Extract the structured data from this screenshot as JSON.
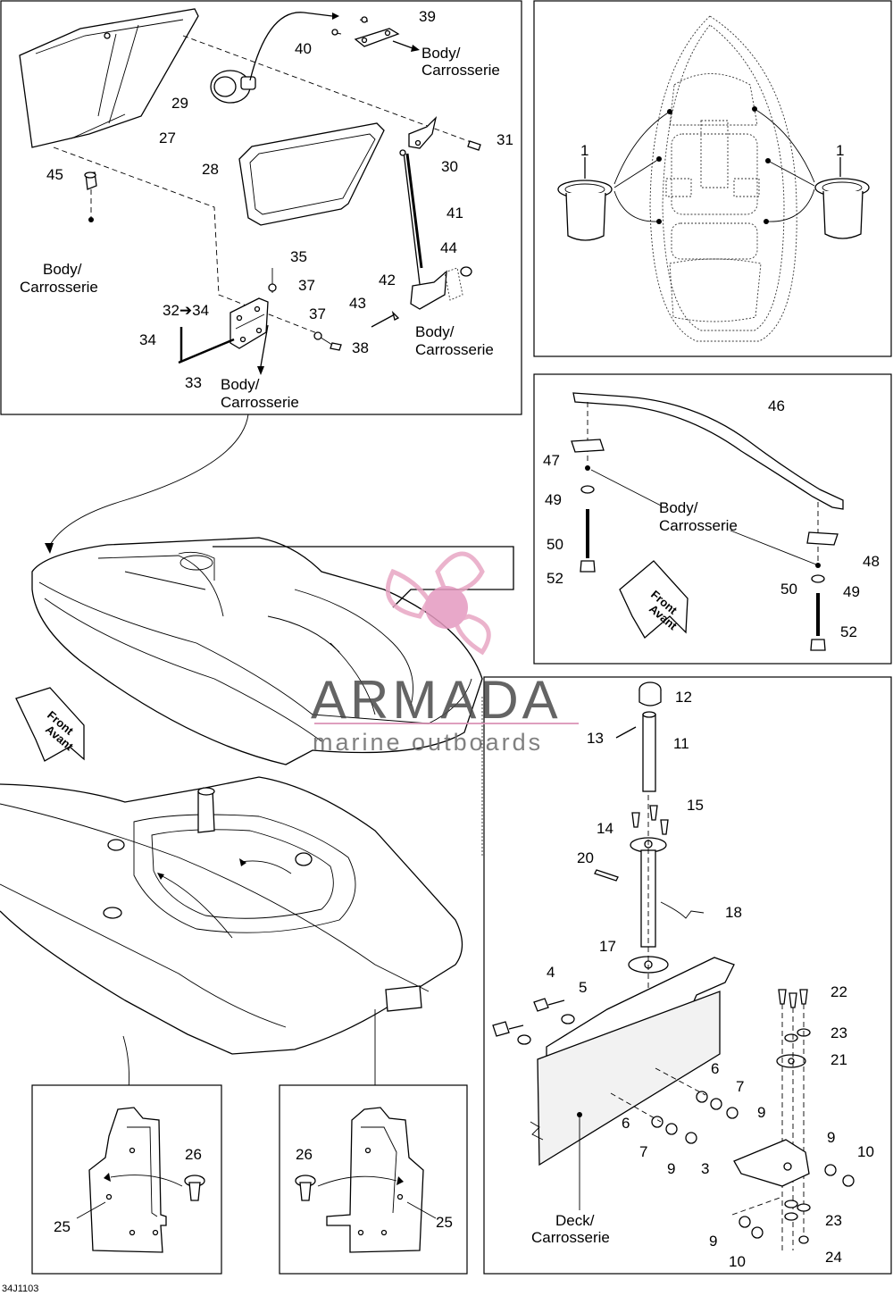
{
  "diagram_code": "34J1103",
  "labels": {
    "body_en": "Body/",
    "body_fr": "Carrosserie",
    "deck_en": "Deck/",
    "deck_fr": "Carrosserie",
    "front_en": "Front",
    "front_fr": "Avant",
    "arrow_32_34": "32➔34"
  },
  "part_numbers": [
    "1",
    "3",
    "4",
    "5",
    "6",
    "7",
    "9",
    "10",
    "11",
    "12",
    "13",
    "14",
    "15",
    "17",
    "18",
    "20",
    "21",
    "22",
    "23",
    "24",
    "25",
    "26",
    "27",
    "28",
    "29",
    "30",
    "31",
    "33",
    "34",
    "35",
    "37",
    "38",
    "39",
    "40",
    "41",
    "42",
    "43",
    "44",
    "45",
    "46",
    "47",
    "48",
    "49",
    "50",
    "52"
  ],
  "watermark": {
    "brand": "ARMADA",
    "tagline": "marine outboards",
    "colors": {
      "logo": "#e8a6c4",
      "logo_center": "#e59ac0",
      "line": "#d98fb3",
      "text": "#4a4a4a"
    }
  }
}
